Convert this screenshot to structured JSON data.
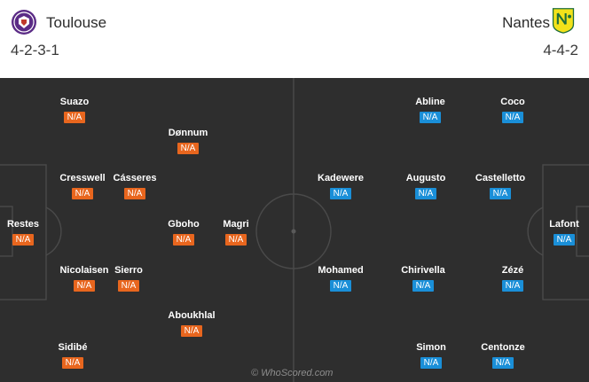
{
  "home": {
    "name": "Toulouse",
    "formation": "4-2-3-1",
    "color": "#e8661e",
    "players": [
      {
        "name": "Suazo",
        "rating": "N/A"
      },
      {
        "name": "Dønnum",
        "rating": "N/A"
      },
      {
        "name": "Cresswell",
        "rating": "N/A"
      },
      {
        "name": "Cásseres",
        "rating": "N/A"
      },
      {
        "name": "Restes",
        "rating": "N/A"
      },
      {
        "name": "Gboho",
        "rating": "N/A"
      },
      {
        "name": "Magri",
        "rating": "N/A"
      },
      {
        "name": "Nicolaisen",
        "rating": "N/A"
      },
      {
        "name": "Sierro",
        "rating": "N/A"
      },
      {
        "name": "Aboukhlal",
        "rating": "N/A"
      },
      {
        "name": "Sidibé",
        "rating": "N/A"
      }
    ]
  },
  "away": {
    "name": "Nantes",
    "formation": "4-4-2",
    "color": "#1a8fd8",
    "players": [
      {
        "name": "Abline",
        "rating": "N/A"
      },
      {
        "name": "Coco",
        "rating": "N/A"
      },
      {
        "name": "Kadewere",
        "rating": "N/A"
      },
      {
        "name": "Augusto",
        "rating": "N/A"
      },
      {
        "name": "Castelletto",
        "rating": "N/A"
      },
      {
        "name": "Lafont",
        "rating": "N/A"
      },
      {
        "name": "Mohamed",
        "rating": "N/A"
      },
      {
        "name": "Chirivella",
        "rating": "N/A"
      },
      {
        "name": "Zézé",
        "rating": "N/A"
      },
      {
        "name": "Simon",
        "rating": "N/A"
      },
      {
        "name": "Centonze",
        "rating": "N/A"
      }
    ]
  },
  "watermark": "© WhoScored.com"
}
